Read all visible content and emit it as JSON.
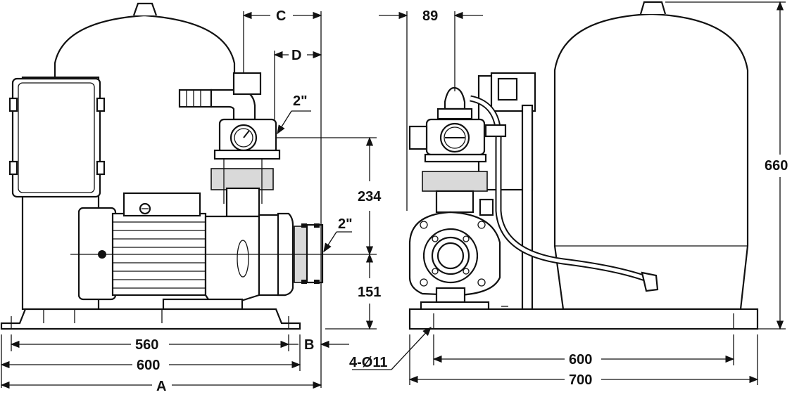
{
  "labels": {
    "C": "C",
    "D": "D",
    "dim_89": "89",
    "inlet_size": "2\"",
    "outlet_size": "2\"",
    "dim_234": "234",
    "dim_151": "151",
    "dim_660": "660",
    "dim_560": "560",
    "B": "B",
    "dim_600_left": "600",
    "A": "A",
    "holes": "4-Ø11",
    "dim_600_right": "600",
    "dim_700": "700"
  }
}
